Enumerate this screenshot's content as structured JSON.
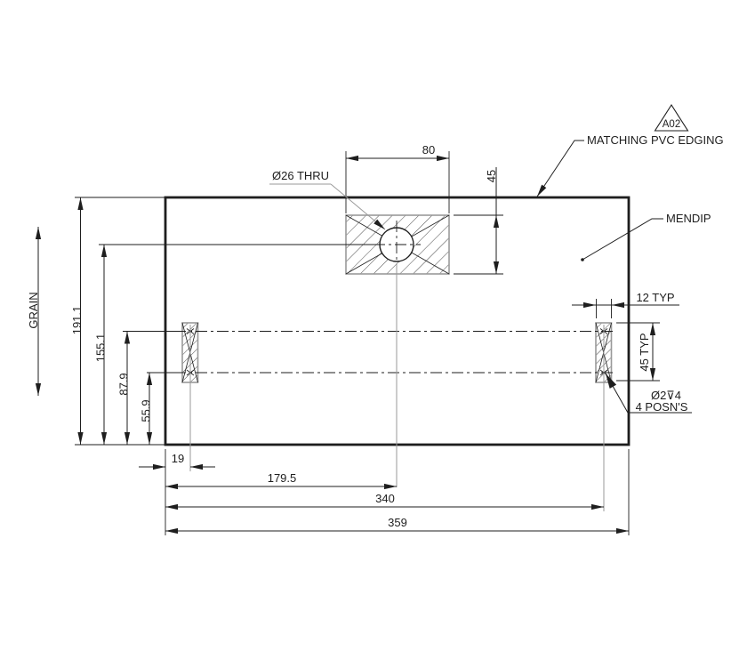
{
  "labels": {
    "edging_code": "A02",
    "edging_note": "MATCHING PVC EDGING",
    "material": "MENDIP",
    "grain": "GRAIN",
    "hole_callout": "Ø26 THRU",
    "drill_callout": "Ø2⊽4",
    "drill_positions": "4 POSN'S",
    "dim_80": "80",
    "dim_45": "45",
    "dim_12_typ": "12 TYP",
    "dim_45_typ": "45 TYP",
    "dim_191_1": "191.1",
    "dim_155_1": "155.1",
    "dim_87_9": "87.9",
    "dim_55_9": "55.9",
    "dim_19": "19",
    "dim_179_5": "179.5",
    "dim_340": "340",
    "dim_359": "359"
  },
  "colors": {
    "line": "#1e1e1e",
    "aux": "#9a9a9a"
  }
}
